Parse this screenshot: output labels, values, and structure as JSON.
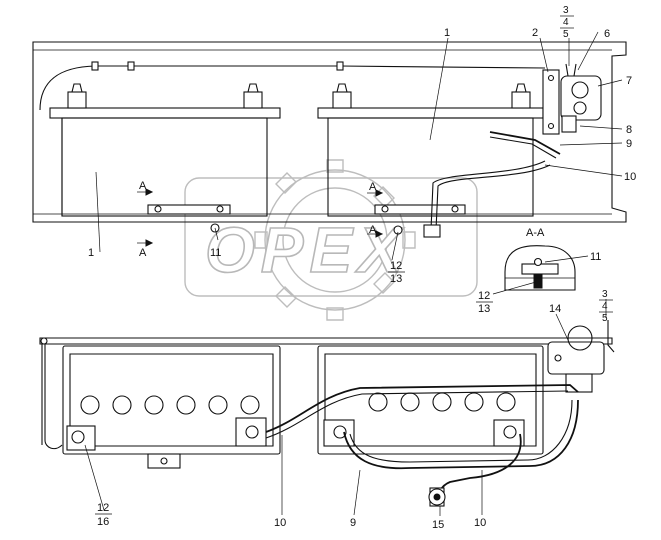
{
  "watermark": {
    "text": "OPEX",
    "color": "#b8b8b8"
  },
  "section_label": "A-A",
  "section_marker": "A",
  "callouts": {
    "c1a": "1",
    "c1b": "1",
    "c2": "2",
    "c3a": "3",
    "c4a": "4",
    "c5a": "5",
    "c6": "6",
    "c7": "7",
    "c8": "8",
    "c9a": "9",
    "c10a": "10",
    "c11a": "11",
    "c12a": "12",
    "c13a": "13",
    "c11b": "11",
    "c12b": "12",
    "c13b": "13",
    "c14": "14",
    "c3b": "3",
    "c4b": "4",
    "c5b": "5",
    "c12c": "12",
    "c16": "16",
    "c10b": "10",
    "c9b": "9",
    "c15": "15",
    "c10c": "10"
  }
}
